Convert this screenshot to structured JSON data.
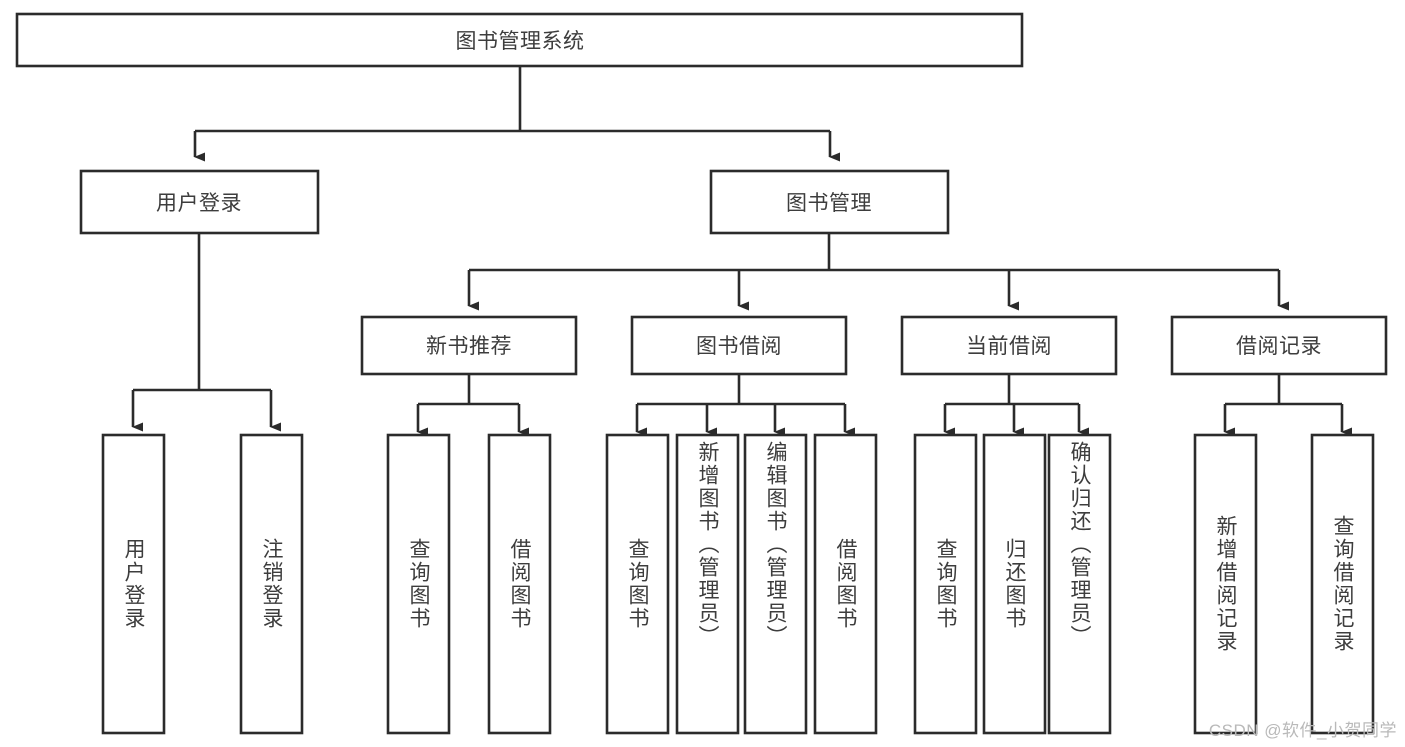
{
  "diagram": {
    "title": "图书管理系统",
    "type": "tree",
    "watermark": "CSDN @软件_小贺同学",
    "colors": {
      "stroke": "#2b2b2b",
      "box_fill": "#ffffff",
      "text": "#3d3d3d",
      "background": "#ffffff",
      "watermark": "#b9b9b9"
    },
    "root": {
      "label": "图书管理系统"
    },
    "level2": [
      {
        "label": "用户登录"
      },
      {
        "label": "图书管理"
      }
    ],
    "level3": [
      {
        "label": "新书推荐"
      },
      {
        "label": "图书借阅"
      },
      {
        "label": "当前借阅"
      },
      {
        "label": "借阅记录"
      }
    ],
    "leaves": {
      "user_login": [
        {
          "label": "用户登录"
        },
        {
          "label": "注销登录"
        }
      ],
      "new_book_recommend": [
        {
          "label": "查询图书"
        },
        {
          "label": "借阅图书"
        }
      ],
      "book_borrow": [
        {
          "label": "查询图书"
        },
        {
          "label": "新增图书（管理员）"
        },
        {
          "label": "编辑图书（管理员）"
        },
        {
          "label": "借阅图书"
        }
      ],
      "current_borrow": [
        {
          "label": "查询图书"
        },
        {
          "label": "归还图书"
        },
        {
          "label": "确认归还（管理员）"
        }
      ],
      "borrow_record": [
        {
          "label": "新增借阅记录"
        },
        {
          "label": "查询借阅记录"
        }
      ]
    }
  }
}
